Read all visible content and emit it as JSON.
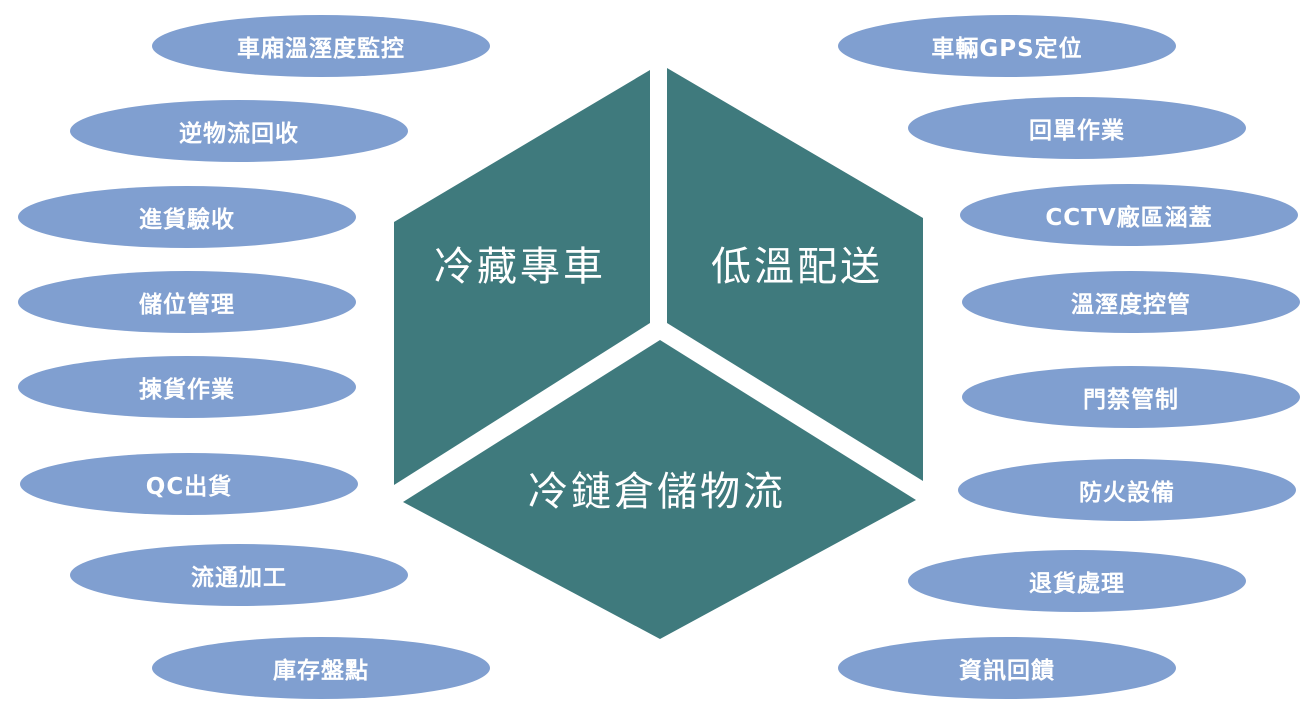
{
  "center": {
    "top_left": "冷藏專車",
    "top_right": "低溫配送",
    "bottom": "冷鏈倉儲物流"
  },
  "left_items": [
    "車廂溫溼度監控",
    "逆物流回收",
    "進貨驗收",
    "儲位管理",
    "揀貨作業",
    "QC出貨",
    "流通加工",
    "庫存盤點"
  ],
  "right_items": [
    "車輛GPS定位",
    "回單作業",
    "CCTV廠區涵蓋",
    "溫溼度控管",
    "門禁管制",
    "防火設備",
    "退貨處理",
    "資訊回饋"
  ],
  "colors": {
    "hexagon": "#3f7a7d",
    "ellipse": "#809fd0"
  }
}
